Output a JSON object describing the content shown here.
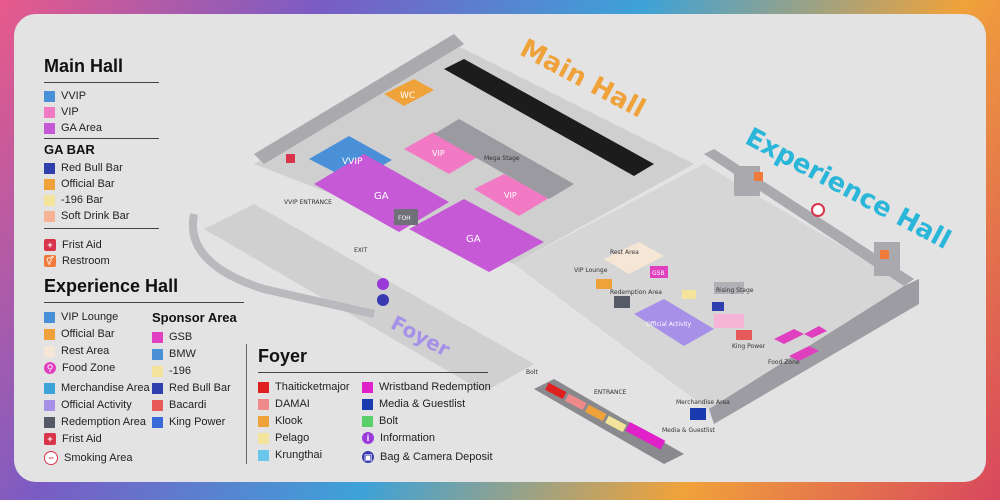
{
  "legend": {
    "main_hall": {
      "title": "Main Hall",
      "items": [
        {
          "label": "VVIP",
          "color": "#4a90d9"
        },
        {
          "label": "VIP",
          "color": "#f27ac4"
        },
        {
          "label": "GA Area",
          "color": "#c65ad6"
        }
      ]
    },
    "ga_bar": {
      "title": "GA BAR",
      "items": [
        {
          "label": "Red Bull Bar",
          "color": "#2f3fae"
        },
        {
          "label": "Official Bar",
          "color": "#f0a23a"
        },
        {
          "label": "-196 Bar",
          "color": "#f4e39a"
        },
        {
          "label": "Soft Drink Bar",
          "color": "#f6b494"
        }
      ],
      "icons": [
        {
          "label": "Frist Aid",
          "icon": "first-aid-icon",
          "color": "#d8344a"
        },
        {
          "label": "Restroom",
          "icon": "restroom-icon",
          "color": "#f07a3a"
        }
      ]
    },
    "experience_hall": {
      "title": "Experience Hall",
      "items": [
        {
          "label": "VIP Lounge",
          "color": "#4a90d9"
        },
        {
          "label": "Official Bar",
          "color": "#f0a23a"
        },
        {
          "label": "Rest Area",
          "color": "#f6e6d6"
        },
        {
          "label": "Food Zone",
          "color": "#e040c0",
          "icon": "food-icon"
        },
        {
          "label": "Merchandise Area",
          "color": "#3da2d8"
        },
        {
          "label": "Official Activity",
          "color": "#a690e8"
        },
        {
          "label": "Redemption Area",
          "color": "#555a66"
        },
        {
          "label": "Frist Aid",
          "color": "#d8344a",
          "icon": "first-aid-icon"
        },
        {
          "label": "Smoking Area",
          "color": "#d8344a",
          "icon": "smoking-icon"
        }
      ]
    },
    "sponsor_area": {
      "title": "Sponsor Area",
      "items": [
        {
          "label": "GSB",
          "color": "#e040c0"
        },
        {
          "label": "BMW",
          "color": "#4a90d9"
        },
        {
          "label": "-196",
          "color": "#f4e39a"
        },
        {
          "label": "Red Bull Bar",
          "color": "#2f3fae"
        },
        {
          "label": "Bacardi",
          "color": "#e85a5a"
        },
        {
          "label": "King Power",
          "color": "#3a6ad8"
        }
      ]
    },
    "foyer": {
      "title": "Foyer",
      "col1": [
        {
          "label": "Thaiticketmajor",
          "color": "#e02020"
        },
        {
          "label": "DAMAI",
          "color": "#f08a8a"
        },
        {
          "label": "Klook",
          "color": "#f0a23a"
        },
        {
          "label": "Pelago",
          "color": "#f4e39a"
        },
        {
          "label": "Krungthai",
          "color": "#6ac6ea"
        }
      ],
      "col2": [
        {
          "label": "Wristband Redemption",
          "color": "#e020c8"
        },
        {
          "label": "Media & Guestlist",
          "color": "#1a3ab0"
        },
        {
          "label": "Bolt",
          "color": "#5ad06a"
        },
        {
          "label": "Information",
          "color": "#9a3ad8",
          "icon": "info-icon"
        },
        {
          "label": "Bag & Camera Deposit",
          "color": "#3a3ab0",
          "icon": "bag-icon"
        }
      ]
    }
  },
  "map": {
    "hall_labels": {
      "main_hall": "Main Hall",
      "experience_hall": "Experience Hall",
      "foyer": "Foyer"
    },
    "zones": {
      "wc": "WC",
      "vvip": "VVIP",
      "vip_left": "VIP",
      "vip_right": "VIP",
      "ga_left": "GA",
      "ga_right": "GA",
      "foh": "FOH",
      "mega_stage": "Mega Stage",
      "rest_area": "Rest Area",
      "vip_lounge": "VIP Lounge",
      "redemption_area": "Redemption Area",
      "official_activity": "Official Activity",
      "rising_stage": "Rising Stage",
      "food_zone": "Food Zone",
      "king_power": "King Power",
      "merchandise_area": "Merchandise Area",
      "entrance": "ENTRANCE",
      "exit": "EXIT",
      "vvip_entrance": "VVIP ENTRANCE",
      "media_guestlist": "Media & Guestlist",
      "bolt": "Bolt",
      "gsb": "GSB"
    }
  }
}
